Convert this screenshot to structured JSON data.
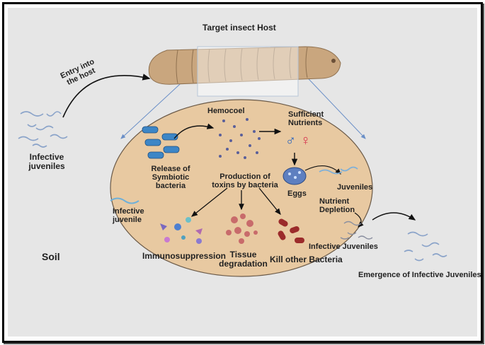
{
  "labels": {
    "target_host": "Target insect Host",
    "entry": "Entry into the host",
    "hemocoel": "Hemocoel",
    "sufficient_nutrients": "Sufficient Nutrients",
    "release": "Release of Symbiotic bacteria",
    "production": "Production of toxins by bacteria",
    "eggs": "Eggs",
    "juveniles": "Juveniles",
    "nutrient_depletion": "Nutrient Depletion",
    "ij_outside": "Infective juveniles",
    "ij_inside": "Infective juvenile",
    "immuno": "Immunosuppression",
    "tissue": "Tissue degradation",
    "kill": "Kill other Bacteria",
    "infective_juveniles": "Infective Juveniles",
    "soil": "Soil",
    "emergence": "Emergence of Infective Juveniles"
  },
  "symbols": {
    "male": "♂",
    "female": "♀"
  },
  "colors": {
    "background": "#e6e6e6",
    "oval_fill": "#e8c9a1",
    "larva": "#c9a67e",
    "nematode": "#8aa3c9",
    "bacteria": "#3d86c6",
    "male": "#1f5fbf",
    "female": "#d6304e",
    "eggs": "#5e7fc0",
    "tissue": "#c86b6b",
    "kill": "#9b2b2b"
  }
}
